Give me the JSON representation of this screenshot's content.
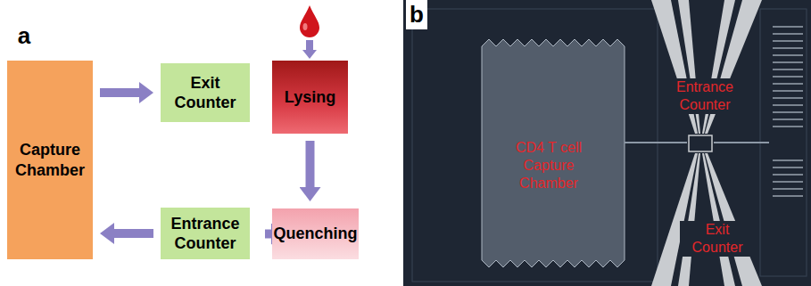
{
  "diagram": {
    "nodes": [
      {
        "text": [
          "Capture Chamber"
        ]
      },
      {
        "text": [
          "Exit Counter"
        ]
      },
      {
        "text": [
          "Lysing"
        ]
      },
      {
        "text": [
          "Quenching"
        ]
      },
      {
        "text": [
          "Entrance Counter"
        ]
      }
    ],
    "edges": [
      {
        "from": 0,
        "to": 1,
        "arrow": "to"
      },
      {
        "from": 2,
        "to": 3,
        "arrow": "to"
      },
      {
        "from": 3,
        "to": 4,
        "arrow": "to"
      },
      {
        "from": 4,
        "to": 0,
        "arrow": "to"
      }
    ],
    "labels": [
      "a",
      "b",
      "Entrance Counter",
      "CD4 T cell Capture Chamber",
      "Exit Counter"
    ]
  }
}
